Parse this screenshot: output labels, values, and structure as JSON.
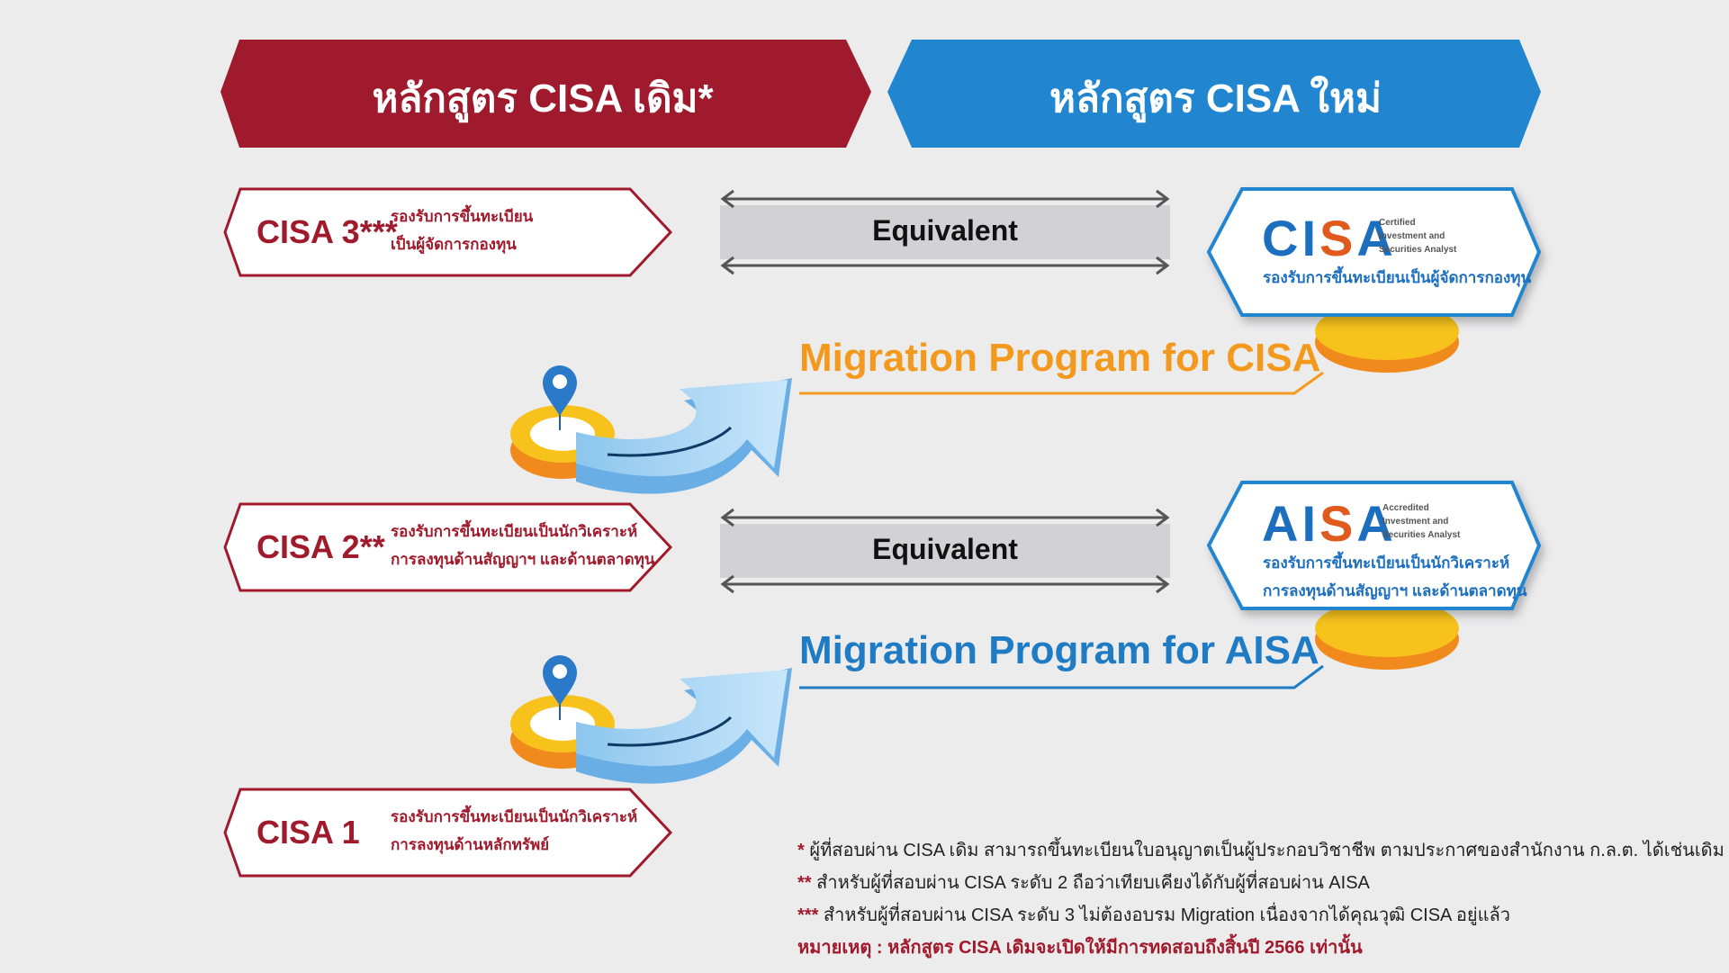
{
  "header": {
    "old_title": "หลักสูตร CISA เดิม*",
    "new_title": "หลักสูตร CISA ใหม่",
    "old_color": "#9e1a2c",
    "new_color": "#2185cf"
  },
  "old_levels": [
    {
      "name": "CISA 3***",
      "desc_line1": "รองรับการขึ้นทะเบียน",
      "desc_line2": "เป็นผู้จัดการกองทุน"
    },
    {
      "name": "CISA 2**",
      "desc_line1": "รองรับการขึ้นทะเบียนเป็นนักวิเคราะห์",
      "desc_line2": "การลงทุนด้านสัญญาฯ และด้านตลาดทุน"
    },
    {
      "name": "CISA 1",
      "desc_line1": "รองรับการขึ้นทะเบียนเป็นนักวิเคราะห์",
      "desc_line2": "การลงทุนด้านหลักทรัพย์"
    }
  ],
  "equivalent": [
    "Equivalent",
    "Equivalent"
  ],
  "migration": {
    "cisa": "Migration Program for CISA",
    "aisa": "Migration Program for AISA",
    "cisa_color": "#f39a1e",
    "aisa_color": "#1f7cc4"
  },
  "badges": [
    {
      "logo_pre": "CI",
      "logo_s": "S",
      "logo_post": "A",
      "small_1": "Certified",
      "small_2": "Investment and",
      "small_3": "Securities Analyst",
      "desc_line1": "รองรับการขึ้นทะเบียนเป็นผู้จัดการกองทุน",
      "desc_line2": ""
    },
    {
      "logo_pre": "AI",
      "logo_s": "S",
      "logo_post": "A",
      "small_1": "Accredited",
      "small_2": "Investment and",
      "small_3": "Securities Analyst",
      "desc_line1": "รองรับการขึ้นทะเบียนเป็นนักวิเคราะห์",
      "desc_line2": "การลงทุนด้านสัญญาฯ และด้านตลาดทุน"
    }
  ],
  "notes": {
    "n1_mark": "*",
    "n1_text": "ผู้ที่สอบผ่าน CISA เดิม สามารถขึ้นทะเบียนใบอนุญาตเป็นผู้ประกอบวิชาชีพ ตามประกาศของสำนักงาน ก.ล.ต. ได้เช่นเดิม",
    "n2_mark": "**",
    "n2_text": "สำหรับผู้ที่สอบผ่าน CISA ระดับ 2 ถือว่าเทียบเคียงได้กับผู้ที่สอบผ่าน AISA",
    "n3_mark": "***",
    "n3_text": "สำหรับผู้ที่สอบผ่าน CISA ระดับ 3 ไม่ต้องอบรม Migration เนื่องจากได้คุณวุฒิ CISA อยู่แล้ว",
    "remark": "หมายเหตุ : หลักสูตร CISA เดิมจะเปิดให้มีการทดสอบถึงสิ้นปี 2566 เท่านั้น"
  }
}
